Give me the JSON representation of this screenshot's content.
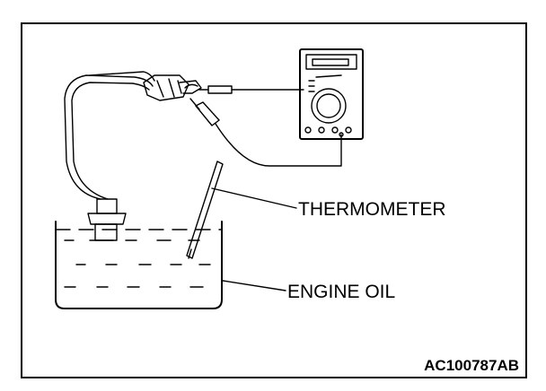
{
  "labels": {
    "thermometer": "THERMOMETER",
    "engine_oil": "ENGINE OIL"
  },
  "figure_code": "AC100787AB",
  "colors": {
    "line": "#000000",
    "background": "#ffffff"
  }
}
